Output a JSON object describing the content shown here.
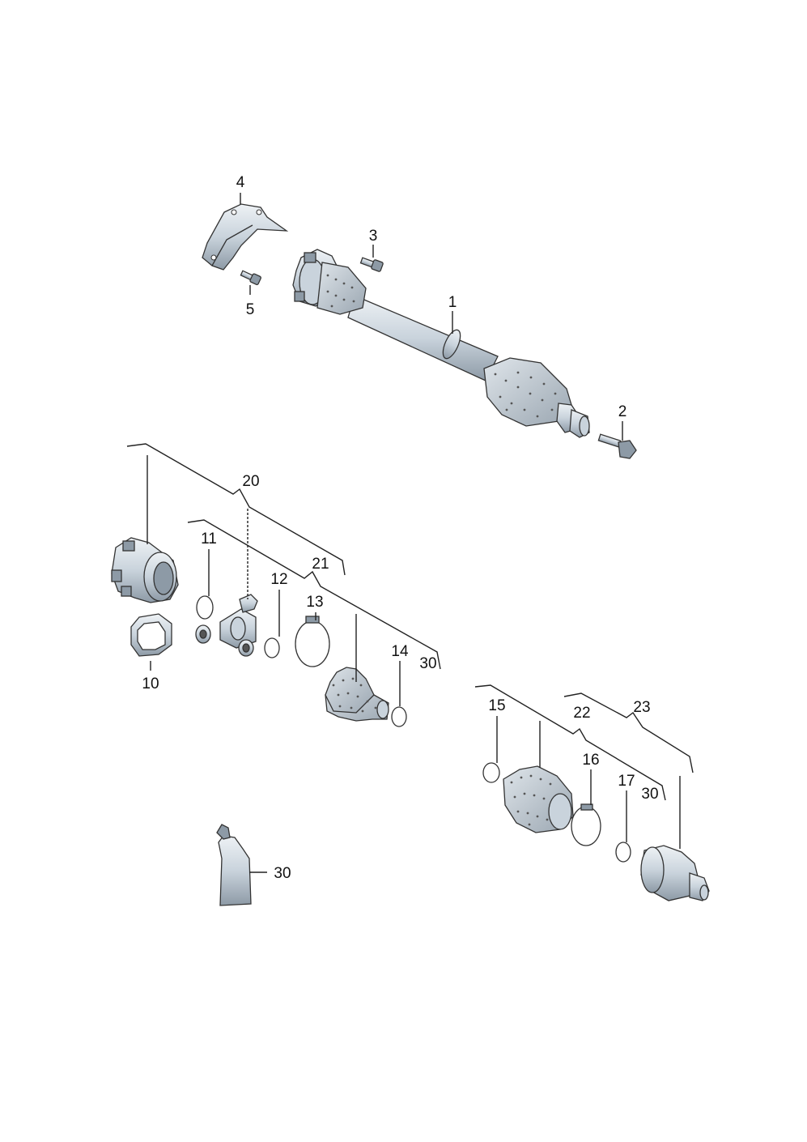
{
  "diagram": {
    "colors": {
      "metal": "#c9d3dc",
      "metal_dark": "#8d9aa6",
      "rubber": "#b9c3cc",
      "ink": "#222222",
      "background": "#ffffff"
    },
    "labels": {
      "p1": "1",
      "p2": "2",
      "p3": "3",
      "p4": "4",
      "p5": "5",
      "p10": "10",
      "p11": "11",
      "p12": "12",
      "p13": "13",
      "p14": "14",
      "p15": "15",
      "p16": "16",
      "p17": "17",
      "p20": "20",
      "p21": "21",
      "p22": "22",
      "p23": "23",
      "p30a": "30",
      "p30b": "30",
      "p30c": "30"
    },
    "icons": {
      "drive_shaft": "drive-shaft-icon",
      "bolt": "bolt-icon",
      "heat_shield": "heat-shield-icon",
      "cv_joint": "cv-joint-icon",
      "gasket": "gasket-icon",
      "circlip": "circlip-icon",
      "hose_clamp": "hose-clamp-icon",
      "boot": "boot-icon",
      "grease_tube": "grease-tube-icon"
    }
  }
}
